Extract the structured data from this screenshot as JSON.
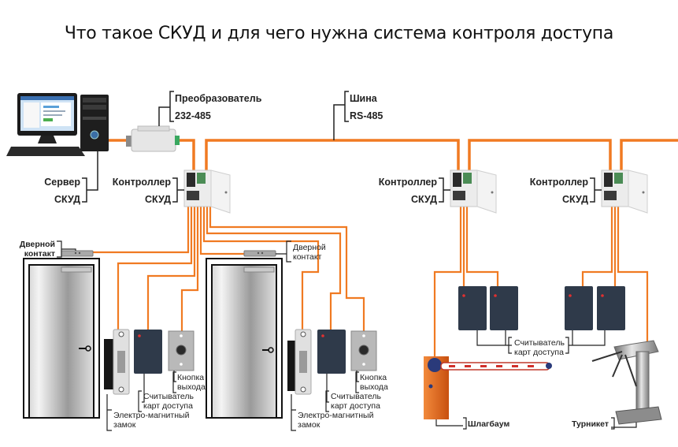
{
  "title": "Что такое СКУД и для чего нужна система контроля доступа",
  "colors": {
    "wire": "#f07a22",
    "bracket": "#222222",
    "reader": "#2f3a4a",
    "barrier": "#e5661c"
  },
  "labels": {
    "server": [
      "Сервер",
      "СКУД"
    ],
    "converter": [
      "Преобразователь",
      "232-485"
    ],
    "bus": [
      "Шина",
      "RS-485"
    ],
    "controller_1": [
      "Контроллер",
      "СКУД"
    ],
    "controller_2": [
      "Контроллер",
      "СКУД"
    ],
    "controller_3": [
      "Контроллер",
      "СКУД"
    ],
    "door_1": {
      "door_contact": [
        "Дверной",
        "контакт"
      ],
      "lock": [
        "Электро-магнитный",
        "замок"
      ],
      "reader": [
        "Считыватель",
        "карт доступа"
      ],
      "exit_button": [
        "Кнопка",
        "выхода"
      ]
    },
    "door_2": {
      "door_contact": [
        "Дверной",
        "контакт"
      ],
      "lock": [
        "Электро-магнитный",
        "замок"
      ],
      "reader": [
        "Считыватель",
        "карт доступа"
      ],
      "exit_button": [
        "Кнопка",
        "выхода"
      ]
    },
    "readers_shared": [
      "Считыватель",
      "карт доступа"
    ],
    "barrier": "Шлагбаум",
    "turnstile": "Турникет"
  }
}
